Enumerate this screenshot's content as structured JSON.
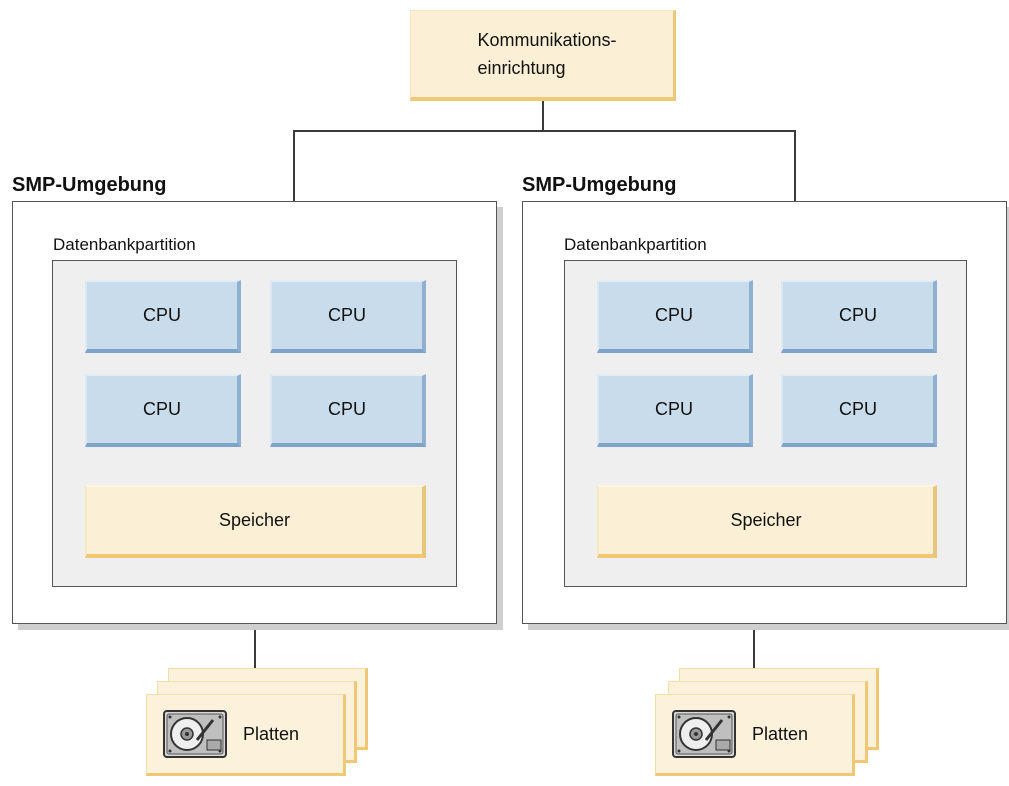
{
  "communication": {
    "line1": "Kommunikations-",
    "line2": "einrichtung"
  },
  "environments": [
    {
      "title": "SMP-Umgebung",
      "partition_label": "Datenbankpartition",
      "cpus": [
        "CPU",
        "CPU",
        "CPU",
        "CPU"
      ],
      "memory": "Speicher",
      "disks": "Platten"
    },
    {
      "title": "SMP-Umgebung",
      "partition_label": "Datenbankpartition",
      "cpus": [
        "CPU",
        "CPU",
        "CPU",
        "CPU"
      ],
      "memory": "Speicher",
      "disks": "Platten"
    }
  ],
  "icons": {
    "disk": "hard-disk-icon"
  },
  "colors": {
    "cpu_fill": "#c9dcec",
    "memory_fill": "#fbf0d6",
    "partition_fill": "#efefef"
  }
}
